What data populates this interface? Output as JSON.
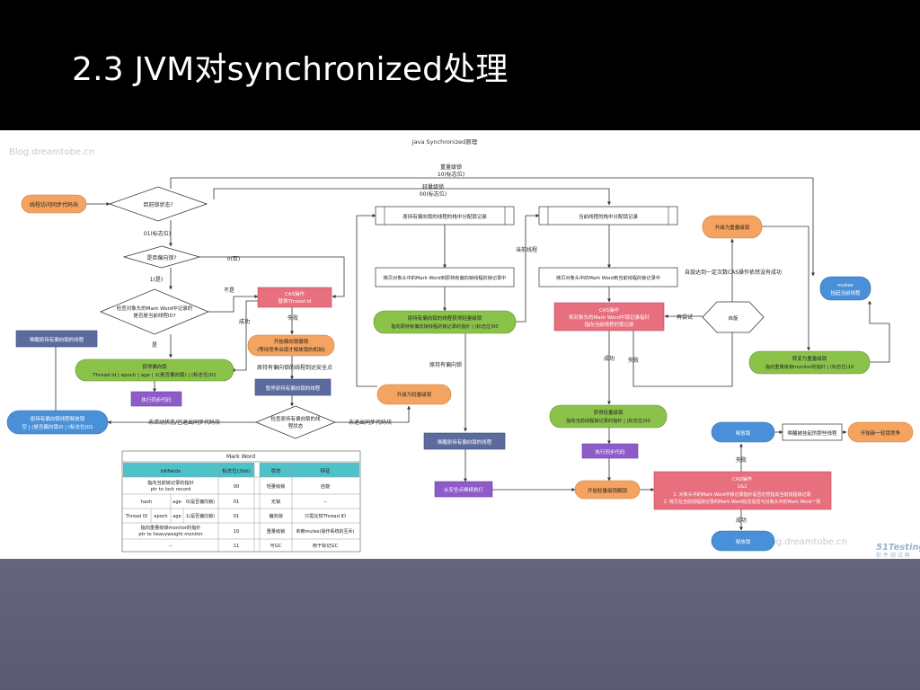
{
  "slide_title": "2.3 JVM对synchronized处理",
  "watermarks": {
    "top_left": "Blog.dreamtobe.cn",
    "bottom_right": "Blog.dreamtobe.cn",
    "logo_top": "51Testing",
    "logo_bottom": "软 件 测 试 网"
  },
  "diagram": {
    "title": "Java Synchronized原理",
    "nodes": {
      "access_sync": "线程访问同步代码块",
      "lock_state": "目前锁状态?",
      "is_biased": "是否偏向锁?",
      "check_mark_word_1": "检查对象头的Mark Word中记录的",
      "check_mark_word_2": "是否是当前线程ID?",
      "wake_biased": "唤醒原持有偏向锁的线程",
      "got_biased_1": "获得偏向锁",
      "got_biased_2": "Thread Id | epoch | age | 1(是否偏向锁) | (标志位)01",
      "exec_sync_1": "执行同步代码",
      "release_biased_1": "原持有偏向锁线程释放锁",
      "release_biased_2": "空 | (是否偏向锁)0 | (标志位)01",
      "cas_1": "CAS操作",
      "cas_2": "替换Thread Id",
      "revoke_1": "开始偏向锁撤销",
      "revoke_2": "(等待竞争出现才释放锁的机制)",
      "pause_owner": "暂停原持有偏向锁的线程",
      "check_owner_1": "检查原持有偏向锁的线",
      "check_owner_2": "程状态",
      "alloc_owner": "原持有偏向锁的线程的栈中分配锁记录",
      "copy_owner": "拷贝对象头中的Mark Word到原持有偏向锁线程的锁记录中",
      "owner_gets_light_1": "原持有偏向锁的线程获得轻量级锁",
      "owner_gets_light_2": "指向原持有偏向锁线程的锁记录的指针 | (标志位)00",
      "upgrade_light": "升级为轻量级锁",
      "wake_owner": "唤醒原持有偏向锁的线程",
      "continue_safe": "从安全点继续执行",
      "alloc_current": "当前线程的栈中分配锁记录",
      "copy_current": "拷贝对象头中的Mark Word到当前线程的锁记录中",
      "cas_current_1": "CAS操作",
      "cas_current_2": "将对象头的Mark Word中锁记录指针",
      "cas_current_3": "指向当前线程的锁记录",
      "spin": "自旋",
      "got_light_1": "获得轻量级锁",
      "got_light_2": "指向当前线程锁记录的指针 | (标志位)00",
      "exec_sync_2": "执行同步代码",
      "start_unlock": "开始轻量级锁解锁",
      "upgrade_heavy": "升级为重量级锁",
      "mutex_1": "mutex",
      "mutex_2": "挂起当前线程",
      "turn_heavy_1": "转变为重量级锁",
      "turn_heavy_2": "指向重量级锁monitor的指针 | (标志位)10",
      "release_1": "释放锁",
      "wake_suspended": "唤醒被挂起的那些线程",
      "new_compete": "开始新一轮锁竞争",
      "cas_final_1": "CAS操作",
      "cas_final_2": "1&2",
      "cas_final_3": "1. 对象头中的Mark Word中锁记录指针是否仍然指向当前线程锁记录",
      "cas_final_4": "2. 拷贝在当前线程锁记录的Mark Word信息是否与对象头中的Mark Word一致",
      "release_2": "释放锁"
    },
    "edge_labels": {
      "heavy_1": "重量级锁",
      "heavy_2": "10(标志位)",
      "light_1": "轻量级锁",
      "light_2": "00(标志位)",
      "state_01": "01(标志位)",
      "not_biased": "0(否)",
      "yes_1": "1(是)",
      "not_match": "不是",
      "yes": "是",
      "success_1": "成功",
      "fail_1": "失败",
      "reach_safepoint": "原持有偏向锁的线程到达安全点",
      "inactive": "未活动状态/已退出同步代码块",
      "not_exited": "未退出同步代码块",
      "owner_thread": "原持有偏向锁",
      "current_thread": "当前线程",
      "spin_fail": "自旋达到一定次数CAS操作依然没有成功",
      "retry": "再尝试",
      "success_2": "成功",
      "fail_2": "失败",
      "fail_3": "失败",
      "success_3": "成功"
    },
    "mark_word_table": {
      "title": "Mark Word",
      "left_headers": [
        "bitfields",
        "标志位(2bit)"
      ],
      "right_headers": [
        "状态",
        "特征"
      ],
      "left_rows": [
        {
          "c1": "指向当前锁记录的指针",
          "c1b": "ptr to lock record",
          "flag": "00"
        },
        {
          "c1": "hash",
          "c2": "age",
          "c3": "0(是否偏向锁)",
          "flag": "01"
        },
        {
          "c1": "Thread ID",
          "c1x": "epoch",
          "c2": "age",
          "c3": "1(是否偏向锁)",
          "flag": "01"
        },
        {
          "c1": "指向重量级锁monitor的指针",
          "c1b": "ptr to heavyweight monitor",
          "flag": "10"
        },
        {
          "c1": "--",
          "flag": "11"
        }
      ],
      "right_rows": [
        {
          "state": "轻量级锁",
          "feature": "自旋"
        },
        {
          "state": "无锁",
          "feature": "--"
        },
        {
          "state": "偏向锁",
          "feature": "只需比较Thread ID"
        },
        {
          "state": "重量级锁",
          "feature": "依赖mutex(操作系统的互斥)"
        },
        {
          "state": "可GC",
          "feature": "用于标记GC"
        }
      ]
    }
  },
  "colors": {
    "orange": "#f4a460",
    "green": "#8bc34a",
    "blue": "#4a90d9",
    "red": "#e8707e",
    "indigo": "#5c6b9e",
    "purple": "#8e5cc8",
    "teal": "#4fc1c9"
  }
}
